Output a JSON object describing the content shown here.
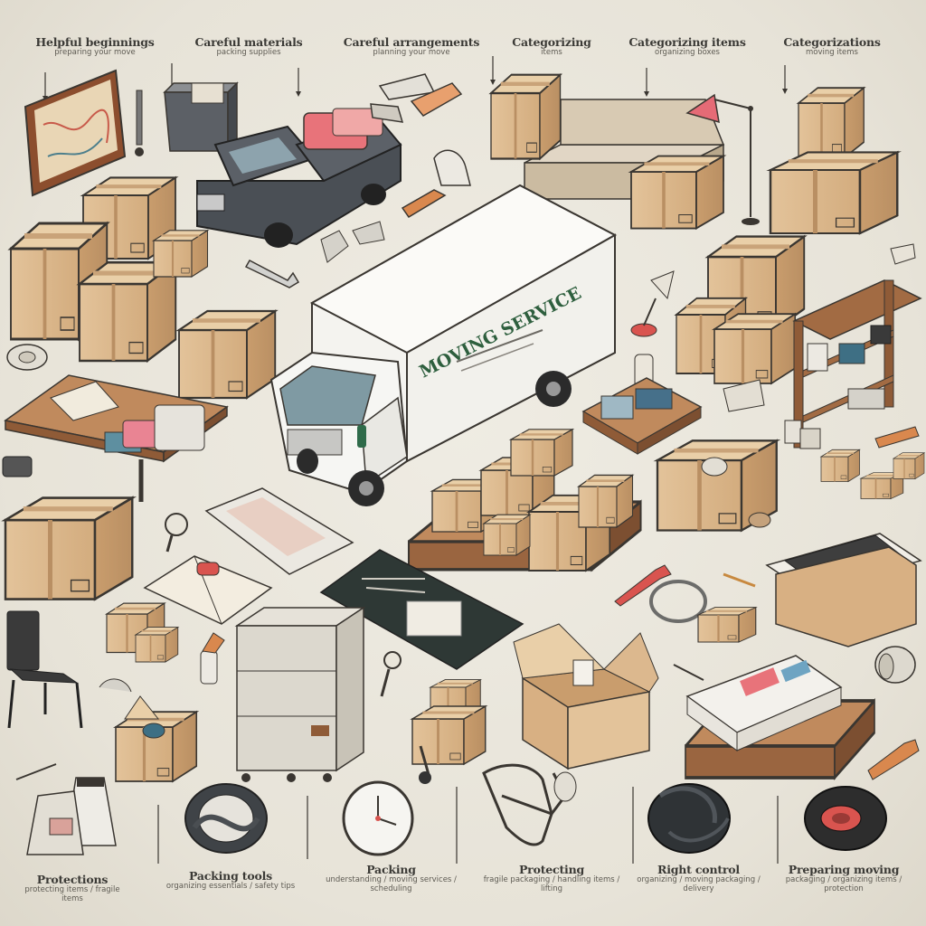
{
  "palette": {
    "background": "#e9e5da",
    "cardboard": "#dcb88e",
    "cardboard_dark": "#b98f63",
    "wood": "#a26b43",
    "truck_body": "#f4f3ef",
    "pickup": "#4a4f55",
    "outline": "#3a3631",
    "accent_red": "#d9544f",
    "accent_teal": "#4d7f8c"
  },
  "truck": {
    "sign": "MOVING SERVICE"
  },
  "captions_top": [
    {
      "title": "Helpful beginnings",
      "sub": "preparing your move"
    },
    {
      "title": "Careful materials",
      "sub": "packing supplies"
    },
    {
      "title": "Careful arrangements",
      "sub": "planning your move"
    },
    {
      "title": "Categorizing",
      "sub": "items"
    },
    {
      "title": "Categorizing items",
      "sub": "organizing boxes"
    },
    {
      "title": "Categorizations",
      "sub": "moving items"
    }
  ],
  "captions_bottom": [
    {
      "title": "Protections",
      "sub": "protecting items / fragile items"
    },
    {
      "title": "Packing tools",
      "sub": "organizing essentials / safety tips"
    },
    {
      "title": "Packing",
      "sub": "understanding / moving services / scheduling"
    },
    {
      "title": "Protecting",
      "sub": "fragile packaging / handling items / lifting"
    },
    {
      "title": "Right control",
      "sub": "organizing / moving packaging / delivery"
    },
    {
      "title": "Preparing moving",
      "sub": "packaging / organizing items / protection"
    }
  ],
  "icons": [
    "map-frame-icon",
    "storage-bin-icon",
    "pickup-truck-icon",
    "hand-tools-icon",
    "sofa-icon",
    "desk-lamp-icon",
    "box-stack-icon",
    "wrench-icon",
    "moving-truck-icon",
    "shelf-unit-icon",
    "tape-roll-icon",
    "table-icon",
    "pallet-icon",
    "magnifier-icon",
    "book-icon",
    "clipboard-icon",
    "dolly-box-icon",
    "chair-icon",
    "spray-bottle-icon",
    "cone-icon",
    "strap-roll-icon",
    "clock-icon",
    "hand-truck-icon",
    "bag-icon",
    "cable-coil-icon",
    "newspaper-stack-icon",
    "scraper-icon"
  ]
}
